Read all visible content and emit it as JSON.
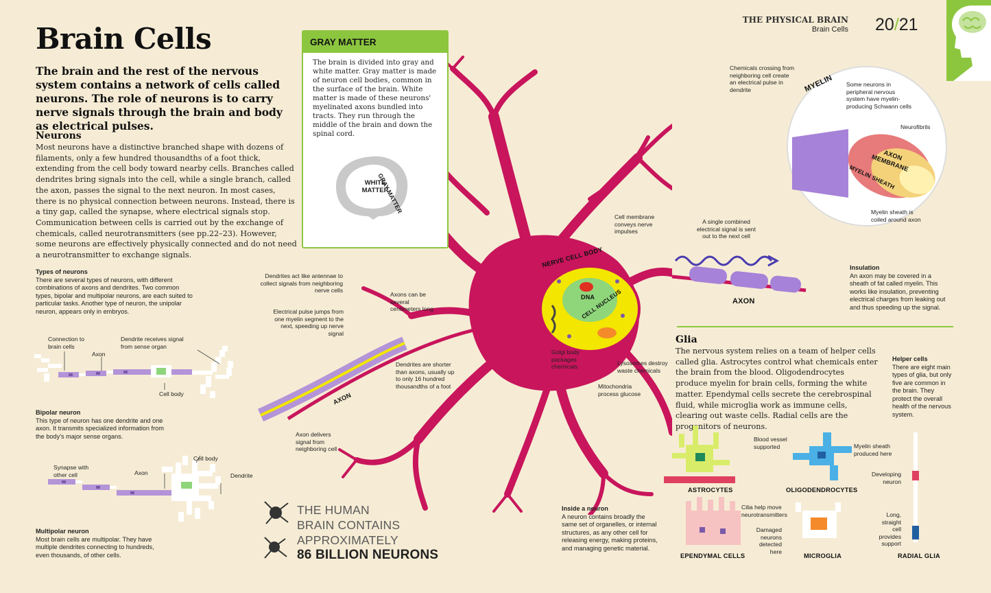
{
  "header": {
    "section": "THE PHYSICAL BRAIN",
    "subsection": "Brain Cells",
    "page_left": "20",
    "page_sep": "/",
    "page_right": "21",
    "icon": "head-brain-icon"
  },
  "title": "Brain Cells",
  "intro": "The brain and the rest of the nervous system contains a network of cells called neurons. The role of neurons is to carry nerve signals through the brain and body as electrical pulses.",
  "neurons": {
    "heading": "Neurons",
    "text": "Most neurons have a distinctive branched shape with dozens of filaments, only a few hundred thousandths of a foot thick, extending from the cell body toward nearby cells. Branches called dendrites bring signals into the cell, while a single branch, called the axon, passes the signal to the next neuron. In most cases, there is no physical connection between neurons. Instead, there is a tiny gap, called the synapse, where electrical signals stop. Communication between cells is carried out by the exchange of chemicals, called neurotransmitters (see pp.22–23). However, some neurons are effectively physically connected and do not need a neurotransmitter to exchange signals."
  },
  "types": {
    "heading": "Types of neurons",
    "text": "There are several types of neurons, with different combinations of axons and dendrites. Two common types, bipolar and multipolar neurons, are each suited to particular tasks. Another type of neuron, the unipolar neuron, appears only in embryos."
  },
  "bipolar": {
    "labels": {
      "connection": "Connection to brain cells",
      "axon": "Axon",
      "dendrite": "Dendrite receives signal from sense organ",
      "cellbody": "Cell body"
    },
    "heading": "Bipolar neuron",
    "text": "This type of neuron has one dendrite and one axon. It transmits specialized information from the body's major sense organs."
  },
  "multipolar": {
    "labels": {
      "synapse": "Synapse with other cell",
      "axon": "Axon",
      "cellbody": "Cell body",
      "dendrite": "Dendrite"
    },
    "heading": "Multipolar neuron",
    "text": "Most brain cells are multipolar. They have multiple dendrites connecting to hundreds, even thousands, of other cells."
  },
  "gray_matter": {
    "heading": "GRAY MATTER",
    "text": "The brain is divided into gray and white matter. Gray matter is made of neuron cell bodies, common in the surface of the brain. White matter is made of these neurons' myelinated axons bundled into tracts. They run through the middle of the brain and down the spinal cord.",
    "white_label": "WHITE MATTER",
    "gray_label": "GRAY MATTER"
  },
  "neuron_labels": {
    "dendrites_antennae": "Dendrites act like antennae to collect signals from neighboring nerve cells",
    "axons_long": "Axons can be several centimeters long",
    "pulse_jumps": "Electrical pulse jumps from one myelin segment to the next, speeding up nerve signal",
    "dendrites_shorter": "Dendrites are shorter than axons, usually up to only 16 hundred thousandths of a foot",
    "axon": "AXON",
    "axon_delivers": "Axon delivers signal from neighboring cell",
    "nerve_cell_body": "NERVE CELL BODY",
    "dna": "DNA",
    "cell_nucleus": "CELL NUCLEUS",
    "cell_membrane": "Cell membrane conveys nerve impulses",
    "golgi": "Golgi body packages chemicals",
    "mitochondria": "Mitochondria process glucose",
    "lysosomes": "Lysosomes destroy waste chemicals",
    "chemicals_crossing": "Chemicals crossing from neighboring cell create an electrical pulse in dendrite",
    "combined_signal": "A single combined electrical signal is sent out to the next cell",
    "axon_right": "AXON"
  },
  "myelin": {
    "title": "MYELIN",
    "schwann": "Some neurons in peripheral nervous system have myelin-producing Schwann cells",
    "neurofibrils": "Neurofibrils",
    "axon_membrane": "AXON MEMBRANE",
    "sheath": "MYELIN SHEATH",
    "coiled": "Myelin sheath is coiled around axon"
  },
  "insulation": {
    "heading": "Insulation",
    "text": "An axon may be covered in a sheath of fat called myelin. This works like insulation, preventing electrical charges from leaking out and thus speeding up the signal."
  },
  "glia": {
    "heading": "Glia",
    "text": "The nervous system relies on a team of helper cells called glia. Astrocytes control what chemicals enter the brain from the blood. Oligodendrocytes produce myelin for brain cells, forming the white matter. Ependymal cells secrete the cerebrospinal fluid, while microglia work as immune cells, clearing out waste cells. Radial cells are the progenitors of neurons."
  },
  "helper": {
    "heading": "Helper cells",
    "text": "There are eight main types of glia, but only five are common in the brain. They protect the overall health of the nervous system."
  },
  "glia_cells": {
    "astrocytes": "ASTROCYTES",
    "blood_vessel": "Blood vessel supported",
    "oligodendrocytes": "OLIGODENDROCYTES",
    "myelin_produced": "Myelin sheath produced here",
    "developing": "Developing neuron",
    "long_cell": "Long, straight cell provides support",
    "ependymal": "EPENDYMAL CELLS",
    "cilia": "Cilia help move neurotransmitters",
    "microglia": "MICROGLIA",
    "damaged": "Damaged neurons detected here",
    "radial": "RADIAL GLIA"
  },
  "inside": {
    "heading": "Inside a neuron",
    "text": "A neuron contains broadly the same set of organelles, or internal structures, as any other cell for releasing energy, making proteins, and managing genetic material."
  },
  "stat": {
    "line1": "THE HUMAN",
    "line2": "BRAIN CONTAINS",
    "line3": "APPROXIMATELY",
    "line4": "86 BILLION NEURONS"
  },
  "colors": {
    "accent": "#8cc63f",
    "neuron": "#c8155c",
    "myelin": "#a682d8",
    "nucleus": "#f3e600",
    "background": "#f6ecd5"
  }
}
